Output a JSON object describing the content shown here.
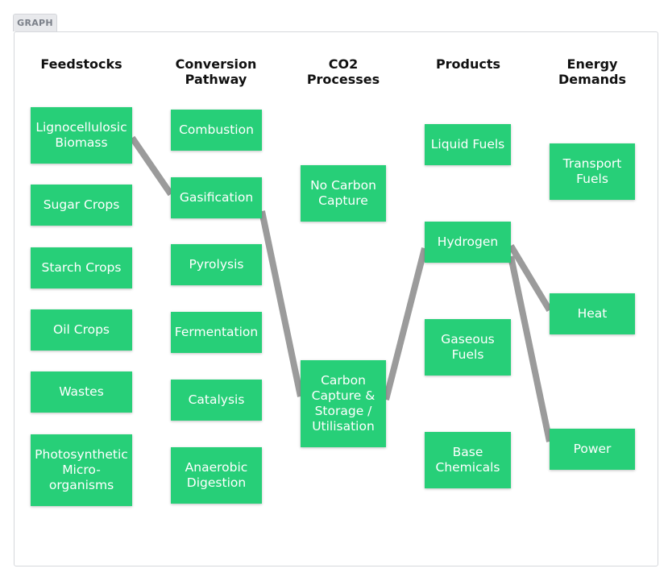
{
  "tab_label": "GRAPH",
  "columns": [
    {
      "id": "feedstocks",
      "title": "Feedstocks"
    },
    {
      "id": "conversion",
      "title": "Conversion Pathway"
    },
    {
      "id": "co2",
      "title": "CO2 Processes"
    },
    {
      "id": "products",
      "title": "Products"
    },
    {
      "id": "demands",
      "title": "Energy Demands"
    }
  ],
  "nodes": {
    "lignocellulosic": "Lignocellulosic Biomass",
    "sugar": "Sugar Crops",
    "starch": "Starch Crops",
    "oil": "Oil Crops",
    "wastes": "Wastes",
    "photosynthetic": "Photosynthetic Micro-organisms",
    "combustion": "Combustion",
    "gasification": "Gasification",
    "pyrolysis": "Pyrolysis",
    "fermentation": "Fermentation",
    "catalysis": "Catalysis",
    "anaerobic": "Anaerobic Digestion",
    "no_ccs": "No Carbon Capture",
    "ccs": "Carbon Capture & Storage / Utilisation",
    "liquid": "Liquid Fuels",
    "hydrogen": "Hydrogen",
    "gaseous": "Gaseous Fuels",
    "base": "Base Chemicals",
    "transport": "Transport Fuels",
    "heat": "Heat",
    "power": "Power"
  },
  "links": [
    {
      "from": "lignocellulosic",
      "to": "gasification"
    },
    {
      "from": "gasification",
      "to": "ccs"
    },
    {
      "from": "ccs",
      "to": "hydrogen"
    },
    {
      "from": "hydrogen",
      "to": "heat"
    },
    {
      "from": "hydrogen",
      "to": "power"
    }
  ],
  "colors": {
    "node": "#27cf78",
    "link": "#9b9b9b",
    "node_text": "#ffffff"
  }
}
